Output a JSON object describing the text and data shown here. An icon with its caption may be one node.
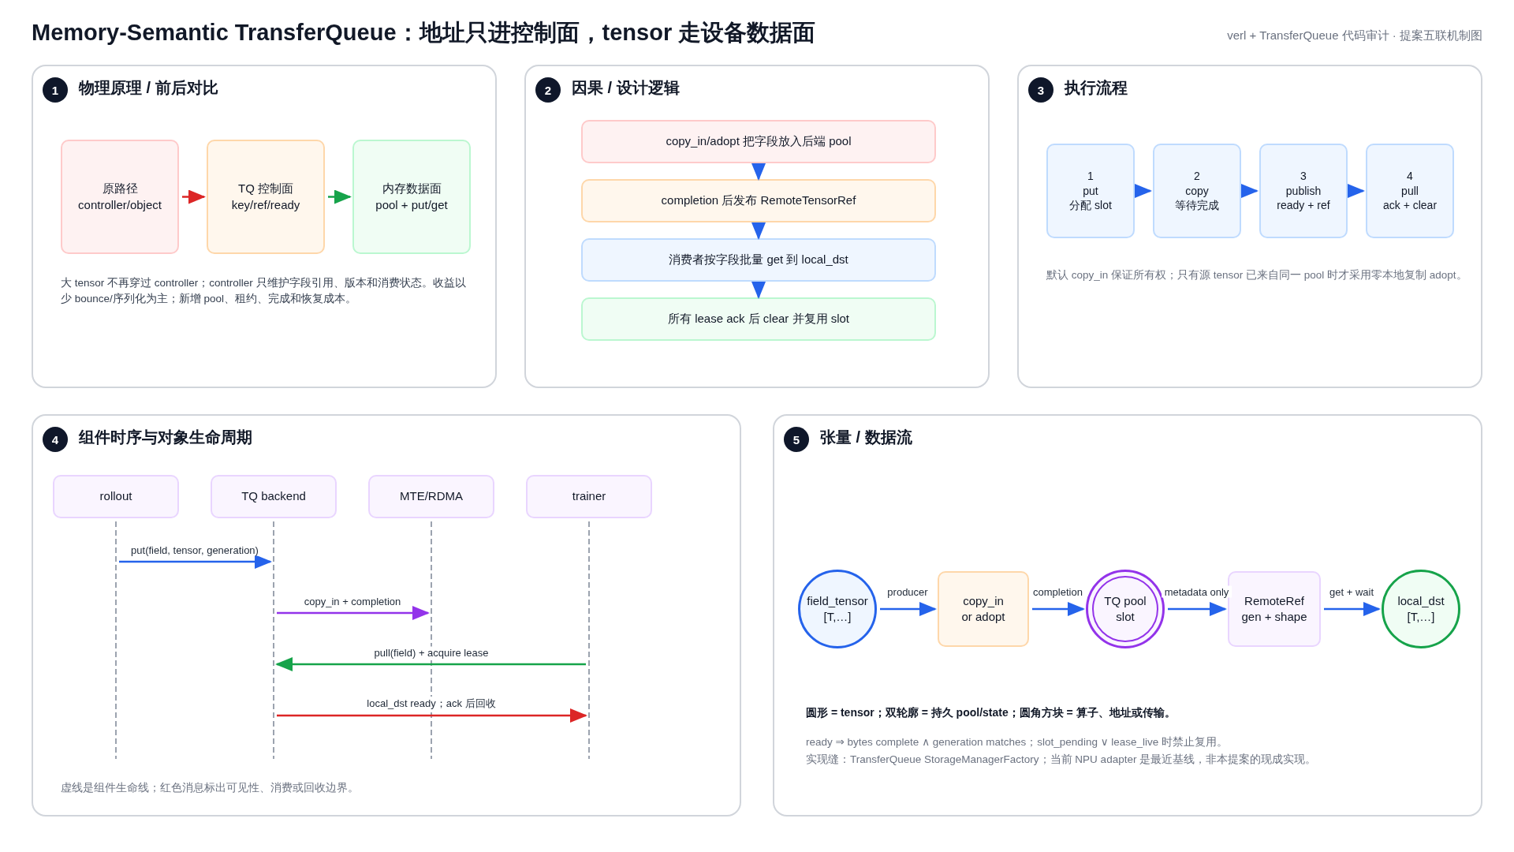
{
  "diagram": {
    "title": "Memory-Semantic TransferQueue：地址只进控制面，tensor 走设备数据面",
    "nodes": [
      {
        "text": [
          "物理原理 / 前后对比",
          "大 tensor 不再穿过 controller；controller 只维护字段引用、版本和消费状态。收益以少 bounce/序列化为主；新增 pool、租约、完成和恢复成本。"
        ]
      },
      {
        "text": [
          "1"
        ],
        "in": 0
      },
      {
        "text": [
          "原路径",
          "controller/object"
        ],
        "in": 0
      },
      {
        "text": [
          "TQ 控制面",
          "key/ref/ready"
        ],
        "in": 0
      },
      {
        "text": [
          "内存数据面",
          "pool + put/get"
        ],
        "in": 0
      },
      {
        "text": [
          "因果 / 设计逻辑"
        ]
      },
      {
        "text": [
          "2"
        ],
        "in": 5
      },
      {
        "text": [
          "copy_in/adopt 把字段放入后端 pool"
        ],
        "in": 5
      },
      {
        "text": [
          "completion 后发布 RemoteTensorRef"
        ],
        "in": 5
      },
      {
        "text": [
          "消费者按字段批量 get 到 local_dst"
        ],
        "in": 5
      },
      {
        "text": [
          "所有 lease ack 后 clear 并复用 slot"
        ],
        "in": 5
      },
      {
        "text": [
          "执行流程",
          "默认 copy_in 保证所有权；只有源 tensor 已来自同一 pool 时才采用零本地复制 adopt。"
        ]
      },
      {
        "text": [
          "3"
        ],
        "in": 11
      },
      {
        "text": [
          "1",
          "put",
          "分配 slot"
        ],
        "in": 11
      },
      {
        "text": [
          "2",
          "copy",
          "等待完成"
        ],
        "in": 11
      },
      {
        "text": [
          "3",
          "publish",
          "ready + ref"
        ],
        "in": 11
      },
      {
        "text": [
          "4",
          "pull",
          "ack + clear"
        ],
        "in": 11
      },
      {
        "text": [
          "组件时序与对象生命周期",
          "虚线是组件生命线；红色消息标出可见性、消费或回收边界。"
        ]
      },
      {
        "text": [
          "4"
        ],
        "in": 17
      },
      {
        "text": [
          "rollout"
        ],
        "in": 17
      },
      {
        "text": [
          "TQ backend"
        ],
        "in": 17
      },
      {
        "text": [
          "MTE/RDMA"
        ],
        "in": 17
      },
      {
        "text": [
          "trainer"
        ],
        "in": 17
      },
      {
        "text": [
          "张量 / 数据流",
          "圆形 = tensor；双轮廓 = 持久 pool/state；圆角方块 = 算子、地址或传输。",
          "ready ⇒ bytes complete ∧ generation matches；slot_pending ∨ lease_live 时禁止复用。",
          "实现缝：TransferQueue StorageManagerFactory；当前 NPU adapter 是最近基线，非本提案的现成实现。"
        ]
      },
      {
        "text": [
          "5"
        ],
        "in": 23
      },
      {
        "text": [
          "field_tensor",
          "[T,…]"
        ],
        "in": 23
      },
      {
        "text": [
          "copy_in",
          "or adopt"
        ],
        "in": 23
      },
      {
        "text": [
          "TQ pool",
          "slot"
        ],
        "in": 23
      },
      {
        "text": [
          "RemoteRef",
          "gen + shape"
        ],
        "in": 23
      },
      {
        "text": [
          "local_dst",
          "[T,…]"
        ],
        "in": 23
      },
      {
        "text": [],
        "shape": "line",
        "in": 17
      },
      {
        "text": [],
        "shape": "line",
        "in": 17
      },
      {
        "text": [],
        "shape": "line",
        "in": 17
      },
      {
        "text": [],
        "shape": "line",
        "in": 17
      }
    ],
    "edges": [
      {
        "from": 2,
        "to": 3,
        "arrow": "to",
        "color": "#dc2626"
      },
      {
        "from": 3,
        "to": 4,
        "arrow": "to",
        "color": "#16a34a"
      },
      {
        "from": 7,
        "to": 8,
        "arrow": "to"
      },
      {
        "from": 8,
        "to": 9,
        "arrow": "to"
      },
      {
        "from": 9,
        "to": 10,
        "arrow": "to"
      },
      {
        "from": 13,
        "to": 14,
        "arrow": "to"
      },
      {
        "from": 14,
        "to": 15,
        "arrow": "to"
      },
      {
        "from": 15,
        "to": 16,
        "arrow": "to"
      },
      {
        "from": 30,
        "to": 31,
        "arrow": "to",
        "label": "put(field, tensor, generation)"
      },
      {
        "from": 31,
        "to": 32,
        "arrow": "to",
        "label": "copy_in + completion",
        "color": "#9333ea"
      },
      {
        "from": 33,
        "to": 31,
        "arrow": "to",
        "label": "pull(field) + acquire lease",
        "color": "#16a34a"
      },
      {
        "from": 31,
        "to": 33,
        "arrow": "to",
        "label": "local_dst ready；ack 后回收",
        "color": "#dc2626"
      },
      {
        "from": 25,
        "to": 26,
        "arrow": "to",
        "label": "producer"
      },
      {
        "from": 26,
        "to": 27,
        "arrow": "to",
        "label": "completion"
      },
      {
        "from": 27,
        "to": 28,
        "arrow": "to",
        "label": "metadata only"
      },
      {
        "from": 28,
        "to": 29,
        "arrow": "to",
        "label": "get + wait"
      }
    ],
    "labels": [
      "verl + TransferQueue 代码审计 · 提案五联机制图"
    ]
  }
}
